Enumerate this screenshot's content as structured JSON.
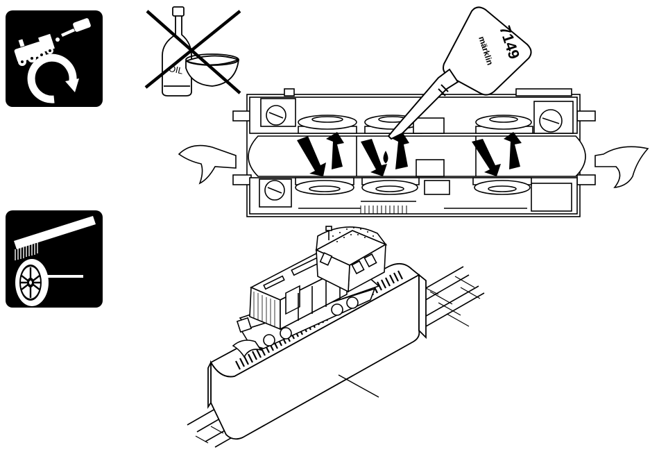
{
  "colors": {
    "ink": "#000000",
    "paper": "#ffffff"
  },
  "icons": {
    "lubrication": "loco-oil-cycle-icon",
    "wheel_cleaning": "wheel-brush-icon",
    "no_oil": "no-oil-prohibited-icon"
  },
  "labels": {
    "bottle_text": "OIL",
    "oiler_brand": "märklin",
    "oiler_number": "7149"
  }
}
